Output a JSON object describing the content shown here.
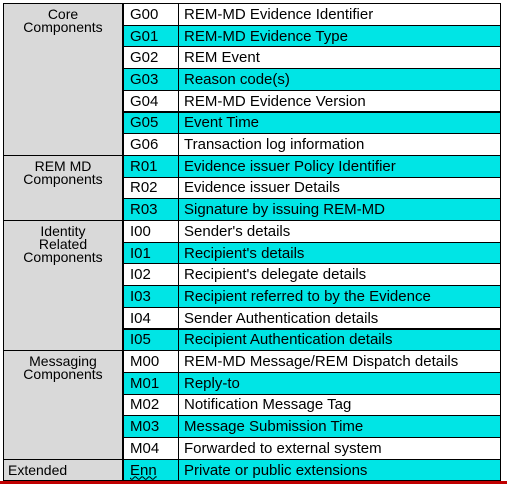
{
  "groups": [
    {
      "label": "Core\nComponents",
      "rows": 7
    },
    {
      "label": "REM MD\nComponents",
      "rows": 3
    },
    {
      "label": "Identity\nRelated\nComponents",
      "rows": 6
    },
    {
      "label": "Messaging\nComponents",
      "rows": 5
    },
    {
      "label": "Extended",
      "rows": 1
    }
  ],
  "rows": [
    {
      "code": "G00",
      "desc": "REM-MD Evidence Identifier",
      "style": "white"
    },
    {
      "code": "G01",
      "desc": "REM-MD Evidence Type",
      "style": "cyan"
    },
    {
      "code": "G02",
      "desc": "REM Event",
      "style": "white"
    },
    {
      "code": "G03",
      "desc": "Reason code(s)",
      "style": "cyan"
    },
    {
      "code": "G04",
      "desc": "REM-MD Evidence Version",
      "style": "white"
    },
    {
      "code": "G05",
      "desc": "Event Time",
      "style": "cyan"
    },
    {
      "code": "G06",
      "desc": "Transaction log information",
      "style": "white"
    },
    {
      "code": "R01",
      "desc": "Evidence issuer Policy Identifier",
      "style": "cyan"
    },
    {
      "code": "R02",
      "desc": "Evidence issuer Details",
      "style": "white"
    },
    {
      "code": "R03",
      "desc": "Signature by issuing REM-MD",
      "style": "cyan"
    },
    {
      "code": "I00",
      "desc": "Sender's details",
      "style": "white"
    },
    {
      "code": "I01",
      "desc": "Recipient's details",
      "style": "cyan"
    },
    {
      "code": "I02",
      "desc": "Recipient's delegate details",
      "style": "white"
    },
    {
      "code": "I03",
      "desc": "Recipient referred to by the Evidence",
      "style": "cyan"
    },
    {
      "code": "I04",
      "desc": "Sender Authentication details",
      "style": "white"
    },
    {
      "code": "I05",
      "desc": "Recipient Authentication details",
      "style": "cyan"
    },
    {
      "code": "M00",
      "desc": "REM-MD Message/REM Dispatch details",
      "style": "white"
    },
    {
      "code": "M01",
      "desc": "Reply-to",
      "style": "cyan"
    },
    {
      "code": "M02",
      "desc": "Notification Message Tag",
      "style": "white"
    },
    {
      "code": "M03",
      "desc": "Message Submission Time",
      "style": "cyan"
    },
    {
      "code": "M04",
      "desc": "Forwarded to external system",
      "style": "white"
    },
    {
      "code": "Enn",
      "desc": "Private or public extensions",
      "style": "cyan"
    }
  ]
}
